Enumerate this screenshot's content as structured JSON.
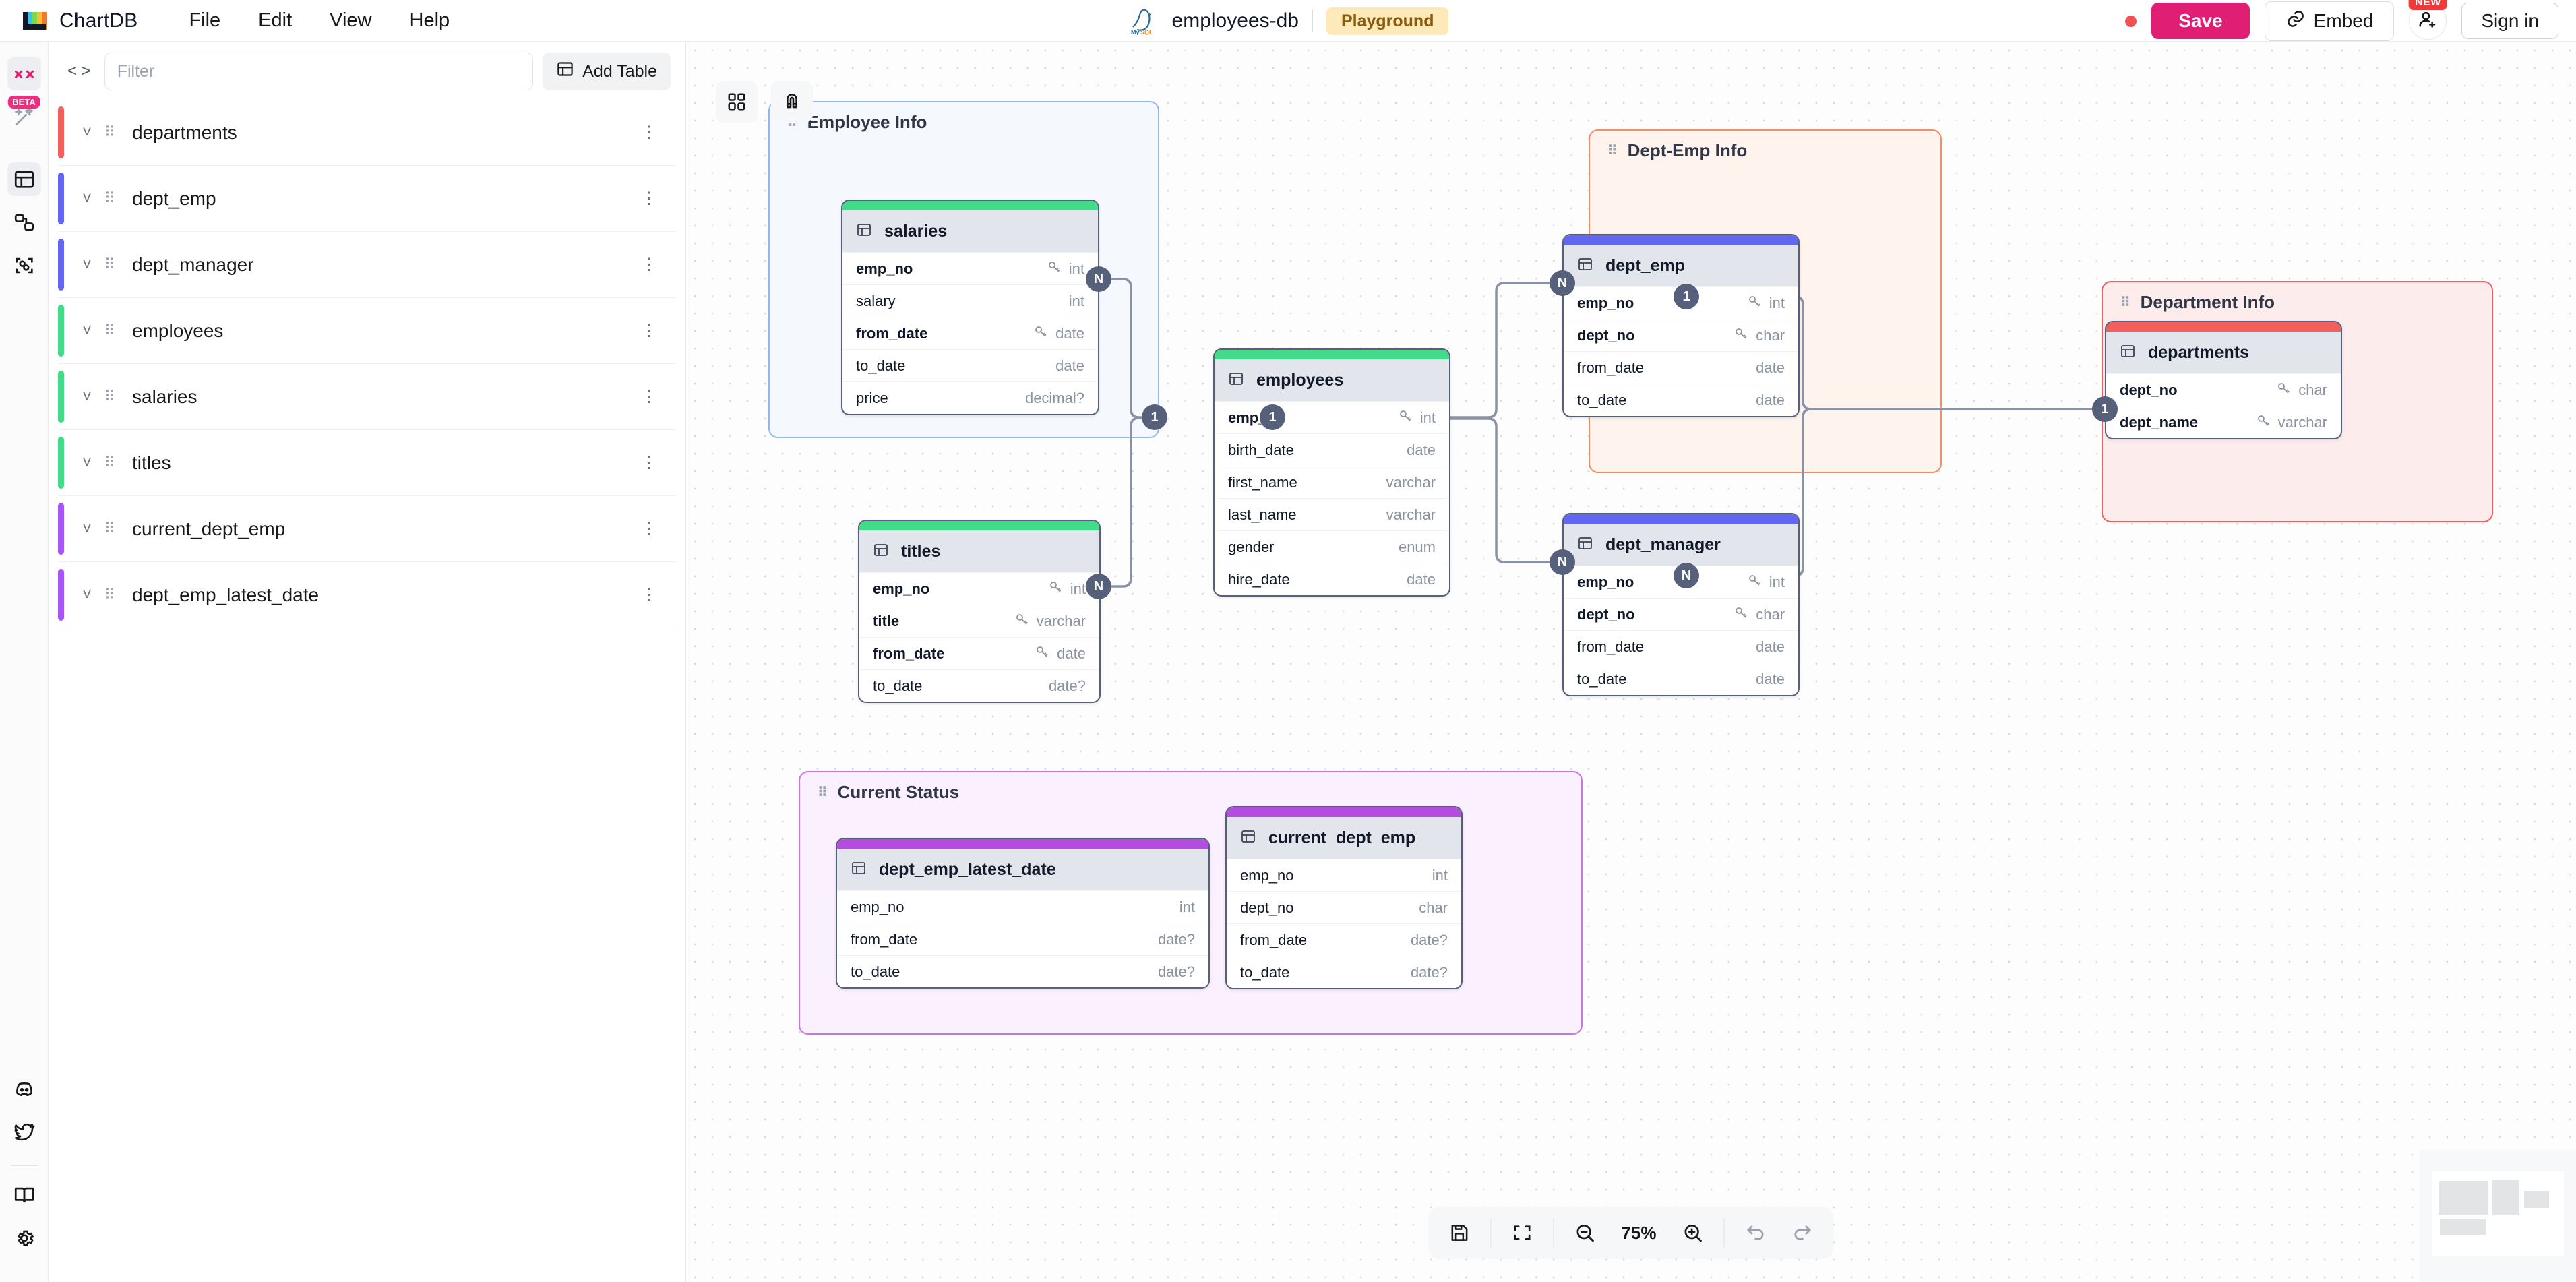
{
  "app": {
    "brand": "ChartDB",
    "menu": [
      "File",
      "Edit",
      "View",
      "Help"
    ],
    "db_title": "employees-db",
    "db_engine_icon": "mysql-icon",
    "badge": "Playground"
  },
  "header_actions": {
    "unsaved_dot": "unsaved-indicator",
    "save_label": "Save",
    "embed_label": "Embed",
    "new_badge": "NEW",
    "signin_label": "Sign in",
    "save_color": "#e01e73"
  },
  "rail": {
    "top": [
      {
        "name": "diagrams-icon",
        "active": true
      },
      {
        "name": "magic-wand-icon",
        "badge": "BETA",
        "active": false
      }
    ],
    "middle": [
      {
        "name": "tables-icon",
        "active": true
      },
      {
        "name": "relationships-icon",
        "active": false
      },
      {
        "name": "areas-icon",
        "active": false
      }
    ],
    "bottom": [
      {
        "name": "discord-icon"
      },
      {
        "name": "twitter-icon"
      },
      {
        "name": "docs-book-icon"
      },
      {
        "name": "settings-gear-icon"
      }
    ]
  },
  "panel": {
    "collapse_icon": "code-brackets-icon",
    "filter_placeholder": "Filter",
    "filter_value": "",
    "add_table_label": "Add Table",
    "tables": [
      {
        "name": "departments",
        "color": "#f25f5c"
      },
      {
        "name": "dept_emp",
        "color": "#6366f1"
      },
      {
        "name": "dept_manager",
        "color": "#6366f1"
      },
      {
        "name": "employees",
        "color": "#42db8a"
      },
      {
        "name": "salaries",
        "color": "#42db8a"
      },
      {
        "name": "titles",
        "color": "#42db8a"
      },
      {
        "name": "current_dept_emp",
        "color": "#a855f7"
      },
      {
        "name": "dept_emp_latest_date",
        "color": "#a855f7"
      }
    ]
  },
  "canvas": {
    "tools": [
      {
        "name": "layout-grid-icon"
      },
      {
        "name": "magnet-snap-icon"
      }
    ],
    "areas": [
      {
        "title": "Employee Info",
        "border": "#93b7f0",
        "fill": "#f7fafe"
      },
      {
        "title": "Dept-Emp Info",
        "border": "#f98c5c",
        "fill": "#fef2ec"
      },
      {
        "title": "Department Info",
        "border": "#f25f5c",
        "fill": "#fdecec"
      },
      {
        "title": "Current Status",
        "border": "#c86ae0",
        "fill": "#fbf0fd"
      }
    ],
    "tables": [
      {
        "name": "salaries",
        "accent": "#42db8a",
        "fields": [
          {
            "name": "emp_no",
            "type": "int",
            "pk": true
          },
          {
            "name": "salary",
            "type": "int",
            "pk": false
          },
          {
            "name": "from_date",
            "type": "date",
            "pk": true
          },
          {
            "name": "to_date",
            "type": "date",
            "pk": false
          },
          {
            "name": "price",
            "type": "decimal?",
            "pk": false
          }
        ]
      },
      {
        "name": "employees",
        "accent": "#42db8a",
        "fields": [
          {
            "name": "emp_no",
            "type": "int",
            "pk": true
          },
          {
            "name": "birth_date",
            "type": "date",
            "pk": false
          },
          {
            "name": "first_name",
            "type": "varchar",
            "pk": false
          },
          {
            "name": "last_name",
            "type": "varchar",
            "pk": false
          },
          {
            "name": "gender",
            "type": "enum",
            "pk": false
          },
          {
            "name": "hire_date",
            "type": "date",
            "pk": false
          }
        ]
      },
      {
        "name": "titles",
        "accent": "#42db8a",
        "fields": [
          {
            "name": "emp_no",
            "type": "int",
            "pk": true
          },
          {
            "name": "title",
            "type": "varchar",
            "pk": true
          },
          {
            "name": "from_date",
            "type": "date",
            "pk": true
          },
          {
            "name": "to_date",
            "type": "date?",
            "pk": false
          }
        ]
      },
      {
        "name": "dept_emp",
        "accent": "#6366f1",
        "fields": [
          {
            "name": "emp_no",
            "type": "int",
            "pk": true
          },
          {
            "name": "dept_no",
            "type": "char",
            "pk": true
          },
          {
            "name": "from_date",
            "type": "date",
            "pk": false
          },
          {
            "name": "to_date",
            "type": "date",
            "pk": false
          }
        ]
      },
      {
        "name": "dept_manager",
        "accent": "#6366f1",
        "fields": [
          {
            "name": "emp_no",
            "type": "int",
            "pk": true
          },
          {
            "name": "dept_no",
            "type": "char",
            "pk": true
          },
          {
            "name": "from_date",
            "type": "date",
            "pk": false
          },
          {
            "name": "to_date",
            "type": "date",
            "pk": false
          }
        ]
      },
      {
        "name": "departments",
        "accent": "#f25f5c",
        "fields": [
          {
            "name": "dept_no",
            "type": "char",
            "pk": true
          },
          {
            "name": "dept_name",
            "type": "varchar",
            "pk": true
          }
        ]
      },
      {
        "name": "dept_emp_latest_date",
        "accent": "#b44ce0",
        "fields": [
          {
            "name": "emp_no",
            "type": "int",
            "pk": false
          },
          {
            "name": "from_date",
            "type": "date?",
            "pk": false
          },
          {
            "name": "to_date",
            "type": "date?",
            "pk": false
          }
        ]
      },
      {
        "name": "current_dept_emp",
        "accent": "#b44ce0",
        "fields": [
          {
            "name": "emp_no",
            "type": "int",
            "pk": false
          },
          {
            "name": "dept_no",
            "type": "char",
            "pk": false
          },
          {
            "name": "from_date",
            "type": "date?",
            "pk": false
          },
          {
            "name": "to_date",
            "type": "date?",
            "pk": false
          }
        ]
      }
    ],
    "cardinalities": [
      "N",
      "1",
      "N",
      "1",
      "N",
      "N",
      "1"
    ]
  },
  "zoombar": {
    "buttons": [
      "save-icon",
      "fit-screen-icon",
      "zoom-out-icon",
      "zoom-in-icon",
      "undo-icon",
      "redo-icon"
    ],
    "zoom_level": "75%"
  }
}
